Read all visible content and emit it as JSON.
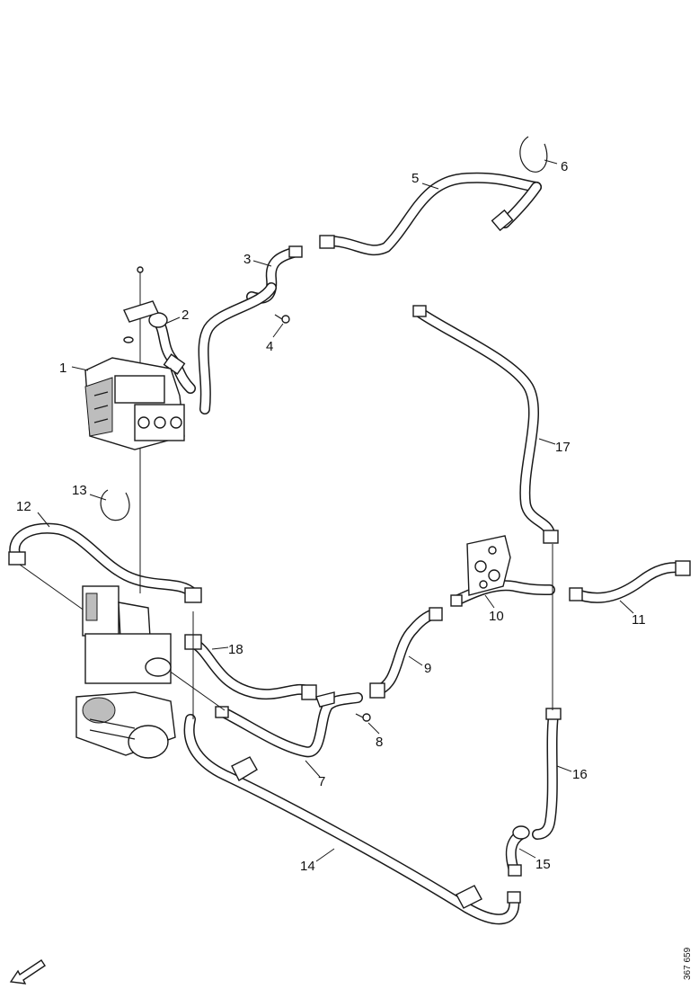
{
  "diagram": {
    "callouts": [
      {
        "id": "c1",
        "text": "1"
      },
      {
        "id": "c2",
        "text": "2"
      },
      {
        "id": "c3",
        "text": "3"
      },
      {
        "id": "c4",
        "text": "4"
      },
      {
        "id": "c5",
        "text": "5"
      },
      {
        "id": "c6",
        "text": "6"
      },
      {
        "id": "c7",
        "text": "7"
      },
      {
        "id": "c8",
        "text": "8"
      },
      {
        "id": "c9",
        "text": "9"
      },
      {
        "id": "c10",
        "text": "10"
      },
      {
        "id": "c11",
        "text": "11"
      },
      {
        "id": "c12",
        "text": "12"
      },
      {
        "id": "c13",
        "text": "13"
      },
      {
        "id": "c14",
        "text": "14"
      },
      {
        "id": "c15",
        "text": "15"
      },
      {
        "id": "c16",
        "text": "16"
      },
      {
        "id": "c17",
        "text": "17"
      },
      {
        "id": "c18",
        "text": "18"
      }
    ],
    "reference_code": "367 659",
    "direction_icon": "arrow-down-left-icon"
  }
}
